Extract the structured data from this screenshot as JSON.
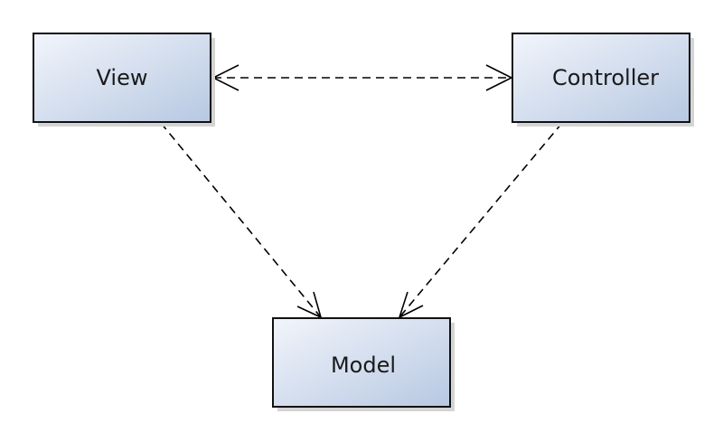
{
  "diagram": {
    "nodes": {
      "view": {
        "label": "View"
      },
      "controller": {
        "label": "Controller"
      },
      "model": {
        "label": "Model"
      }
    },
    "edges": [
      {
        "from": "view",
        "to": "controller",
        "style": "dashed",
        "arrow": "both"
      },
      {
        "from": "view",
        "to": "model",
        "style": "dashed",
        "arrow": "end"
      },
      {
        "from": "controller",
        "to": "model",
        "style": "dashed",
        "arrow": "end"
      }
    ],
    "colors": {
      "box_gradient_start": "#f2f5fb",
      "box_gradient_end": "#b7c8e2",
      "box_border": "#111111",
      "line": "#000000",
      "shadow": "#d4d4d4"
    }
  }
}
